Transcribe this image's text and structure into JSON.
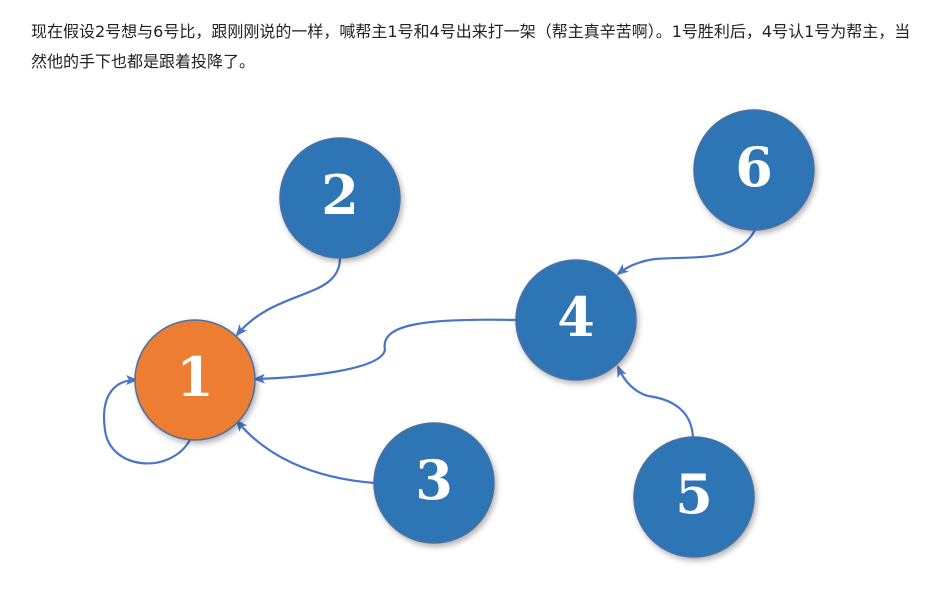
{
  "text": {
    "paragraph": "现在假设2号想与6号比，跟刚刚说的一样，喊帮主1号和4号出来打一架（帮主真辛苦啊）。1号胜利后，4号认1号为帮主，当然他的手下也都是跟着投降了。"
  },
  "colors": {
    "node_blue": "#2e75b6",
    "node_orange": "#ed7d31",
    "node_border": "#4a6fa0",
    "edge": "#4a74c8",
    "label": "#ffffff"
  },
  "diagram": {
    "nodes": [
      {
        "id": "1",
        "label": "1",
        "role": "root"
      },
      {
        "id": "2",
        "label": "2"
      },
      {
        "id": "3",
        "label": "3"
      },
      {
        "id": "4",
        "label": "4"
      },
      {
        "id": "5",
        "label": "5"
      },
      {
        "id": "6",
        "label": "6"
      }
    ],
    "edges": [
      {
        "from": "1",
        "to": "1"
      },
      {
        "from": "2",
        "to": "1"
      },
      {
        "from": "3",
        "to": "1"
      },
      {
        "from": "4",
        "to": "1"
      },
      {
        "from": "6",
        "to": "4"
      },
      {
        "from": "5",
        "to": "4"
      }
    ]
  }
}
